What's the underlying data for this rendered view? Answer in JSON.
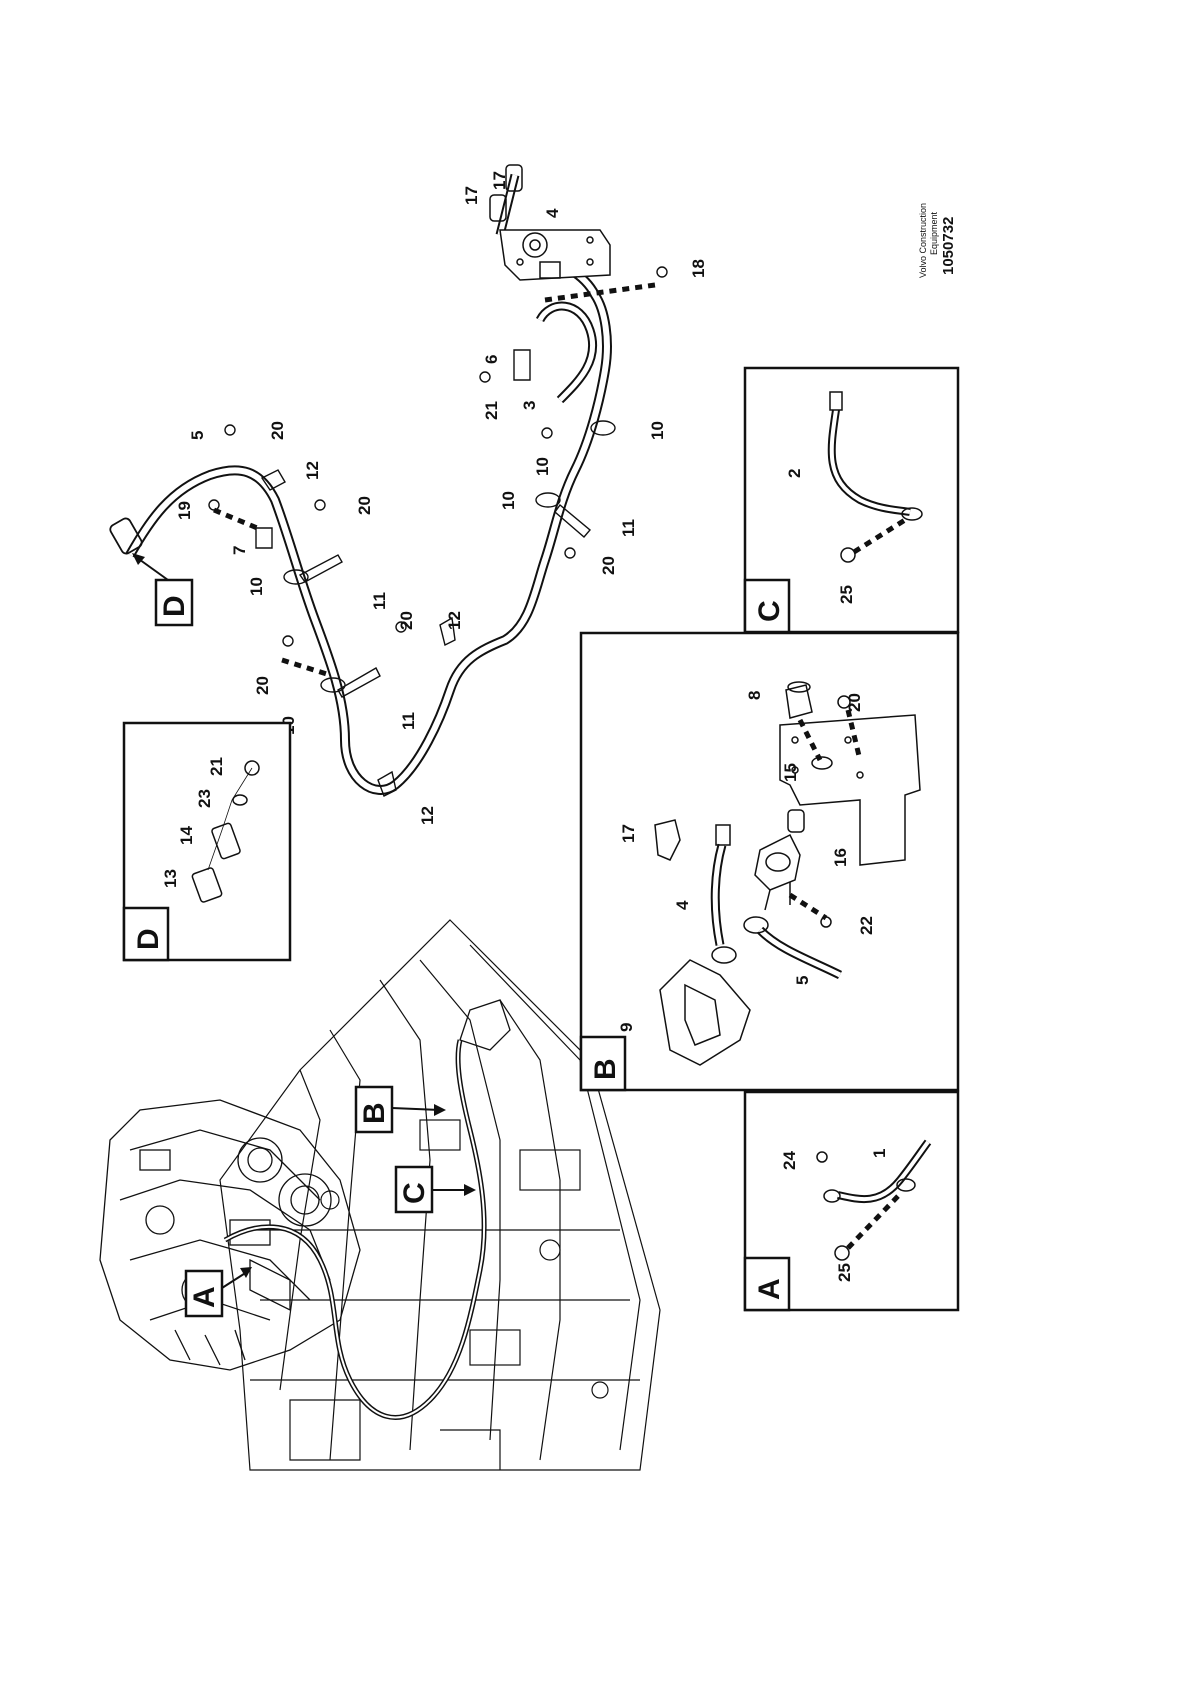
{
  "brand": {
    "line1": "Volvo Construction",
    "line2": "Equipment",
    "doc_number": "1050732"
  },
  "detail_letters": {
    "a": "A",
    "b": "B",
    "c": "C",
    "d": "D"
  },
  "part_numbers": {
    "n1": "1",
    "n2": "2",
    "n3": "3",
    "n4": "4",
    "n5": "5",
    "n6": "6",
    "n7": "7",
    "n8": "8",
    "n9": "9",
    "n10": "10",
    "n11": "11",
    "n12": "12",
    "n13": "13",
    "n14": "14",
    "n15": "15",
    "n16": "16",
    "n17": "17",
    "n18": "18",
    "n19": "19",
    "n20": "20",
    "n21": "21",
    "n22": "22",
    "n23": "23",
    "n24": "24",
    "n25": "25"
  }
}
